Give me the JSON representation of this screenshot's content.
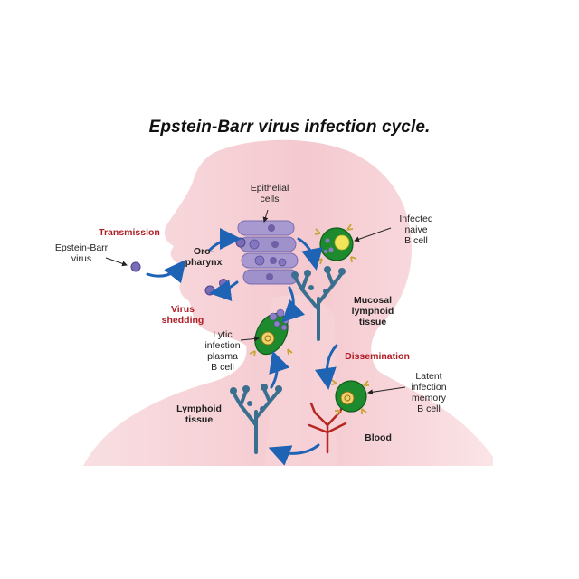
{
  "title": "Epstein-Barr virus infection cycle.",
  "labels": {
    "epithelial_cells": "Epithelial\ncells",
    "infected_naive_b_cell": "Infected\nnaive\nB cell",
    "transmission": "Transmission",
    "epstein_barr_virus": "Epstein-Barr\nvirus",
    "oropharynx": "Oro-\npharynx",
    "mucosal_lymphoid_tissue": "Mucosal\nlymphoid\ntissue",
    "virus_shedding": "Virus\nshedding",
    "lytic_infection": "Lytic\ninfection\nplasma\nB cell",
    "dissemination": "Dissemination",
    "latent_infection": "Latent\ninfection\nmemory\nB cell",
    "lymphoid_tissue": "Lymphoid\ntissue",
    "blood": "Blood"
  },
  "colors": {
    "skin": "#f6d2d6",
    "arrow": "#1f63b5",
    "cell_purple": "#9a8cc8",
    "b_cell_green": "#1e8a2e",
    "vessel_red": "#b5271f",
    "tissue_blue": "#3a6f8f",
    "label_red": "#b01c24"
  }
}
